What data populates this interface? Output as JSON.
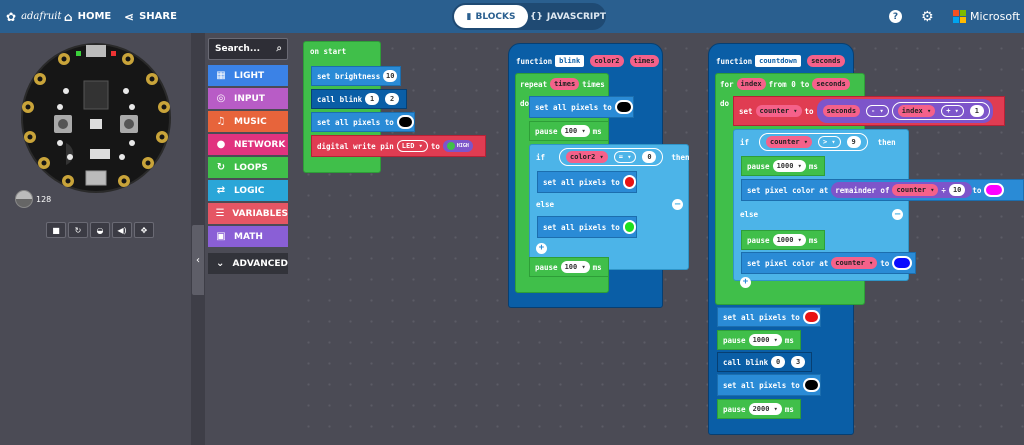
{
  "header": {
    "logo_text": "adafruit",
    "home_label": "HOME",
    "share_label": "SHARE",
    "blocks_label": "BLOCKS",
    "javascript_label": "JAVASCRIPT",
    "microsoft_label": "Microsoft",
    "bg_color": "#2a5f8f"
  },
  "simulator": {
    "slider_value": "128"
  },
  "toolbox": {
    "search_placeholder": "Search...",
    "categories": [
      {
        "label": "LIGHT",
        "color": "#3b82e6",
        "icon": "grid-icon"
      },
      {
        "label": "INPUT",
        "color": "#b85cc6",
        "icon": "target-icon"
      },
      {
        "label": "MUSIC",
        "color": "#e7643b",
        "icon": "headphones-icon"
      },
      {
        "label": "NETWORK",
        "color": "#e1337f",
        "icon": "chat-icon"
      },
      {
        "label": "LOOPS",
        "color": "#40bf4a",
        "icon": "refresh-icon"
      },
      {
        "label": "LOGIC",
        "color": "#2aa6d8",
        "icon": "shuffle-icon"
      },
      {
        "label": "VARIABLES",
        "color": "#e55664",
        "icon": "list-icon"
      },
      {
        "label": "MATH",
        "color": "#8a5fd6",
        "icon": "calculator-icon"
      },
      {
        "label": "ADVANCED",
        "color": "#32333a",
        "icon": "chevron-down-icon"
      }
    ]
  },
  "onstart": {
    "title": "on start",
    "set_brightness": "set brightness",
    "brightness_value": "10",
    "call_blink": "call blink",
    "blink_arg1": "1",
    "blink_arg2": "2",
    "set_all_pixels": "set all pixels to",
    "digital_write": "digital write pin",
    "pin": "LED",
    "to": "to",
    "high": "HIGH"
  },
  "blink_fn": {
    "function_kw": "function",
    "name": "blink",
    "param1": "color2",
    "param2": "times",
    "repeat": "repeat",
    "repeat_var": "times",
    "times_kw": "times",
    "do_kw": "do",
    "set_all_pixels": "set all pixels to",
    "pause": "pause",
    "pause_val": "100",
    "ms": "ms",
    "if_kw": "if",
    "cond_var": "color2",
    "cond_op": "=",
    "cond_val": "0",
    "then_kw": "then",
    "else_kw": "else",
    "pause2_val": "100"
  },
  "countdown_fn": {
    "function_kw": "function",
    "name": "countdown",
    "param": "seconds",
    "for_kw": "for",
    "index_var": "index",
    "from_text": "from 0 to",
    "to_var": "seconds",
    "do_kw": "do",
    "set_kw": "set",
    "counter_var": "counter",
    "to_kw": "to",
    "seconds_var": "seconds",
    "minus_op": "-",
    "index_var2": "index",
    "plus_op": "+",
    "one_val": "1",
    "if_kw": "if",
    "if_var": "counter",
    "gt_op": ">",
    "nine_val": "9",
    "then_kw": "then",
    "pause": "pause",
    "pause_val": "1000",
    "ms": "ms",
    "set_pixel_color_at": "set pixel color at",
    "remainder_of": "remainder of",
    "counter_var2": "counter",
    "ten_val": "10",
    "to_kw2": "to",
    "else_kw": "else",
    "pause2_val": "1000",
    "counter_var3": "counter",
    "to_kw3": "to",
    "set_all_pixels": "set all pixels to",
    "pause3_val": "1000",
    "call_blink": "call blink",
    "call_arg1": "0",
    "call_arg2": "3",
    "set_all_pixels2": "set all pixels to",
    "pause4_val": "2000"
  }
}
